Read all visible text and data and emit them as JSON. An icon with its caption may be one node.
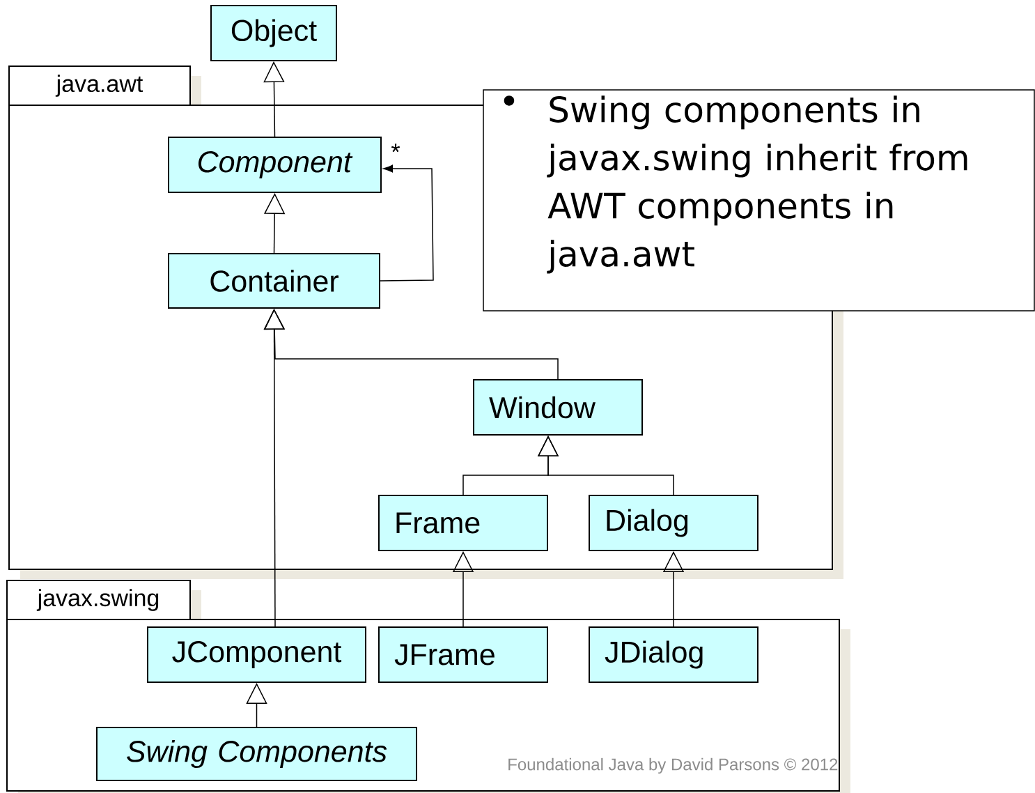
{
  "diagram": {
    "nodes": [
      {
        "text": [
          "Object"
        ]
      },
      {
        "text": [
          "java.awt"
        ]
      },
      {
        "text": [
          "*Component*"
        ],
        "in": 1
      },
      {
        "text": [
          "Container"
        ],
        "in": 1
      },
      {
        "text": [
          "Window"
        ],
        "in": 1
      },
      {
        "text": [
          "Frame"
        ],
        "in": 1
      },
      {
        "text": [
          "Dialog"
        ],
        "in": 1
      },
      {
        "text": [
          "javax.swing"
        ]
      },
      {
        "text": [
          "JComponent"
        ],
        "in": 7
      },
      {
        "text": [
          "JFrame"
        ],
        "in": 7
      },
      {
        "text": [
          "JDialog"
        ],
        "in": 7
      },
      {
        "text": [
          "*Swing Components*"
        ],
        "in": 7
      },
      {
        "text": [
          "Swing components in javax.swing inherit from AWT components in java.awt"
        ]
      }
    ],
    "edges": [
      {
        "from": 2,
        "to": 0,
        "arrow": "to"
      },
      {
        "from": 3,
        "to": 2,
        "arrow": "to"
      },
      {
        "from": 3,
        "to": 2,
        "arrow": "to",
        "label": "*"
      },
      {
        "from": 4,
        "to": 3,
        "arrow": "to"
      },
      {
        "from": 8,
        "to": 3,
        "arrow": "to"
      },
      {
        "from": 5,
        "to": 4,
        "arrow": "to"
      },
      {
        "from": 6,
        "to": 4,
        "arrow": "to"
      },
      {
        "from": 9,
        "to": 5,
        "arrow": "to"
      },
      {
        "from": 10,
        "to": 6,
        "arrow": "to"
      },
      {
        "from": 11,
        "to": 8,
        "arrow": "to"
      }
    ],
    "labels": [
      "•",
      "Foundational Java by David Parsons © 2012"
    ]
  }
}
